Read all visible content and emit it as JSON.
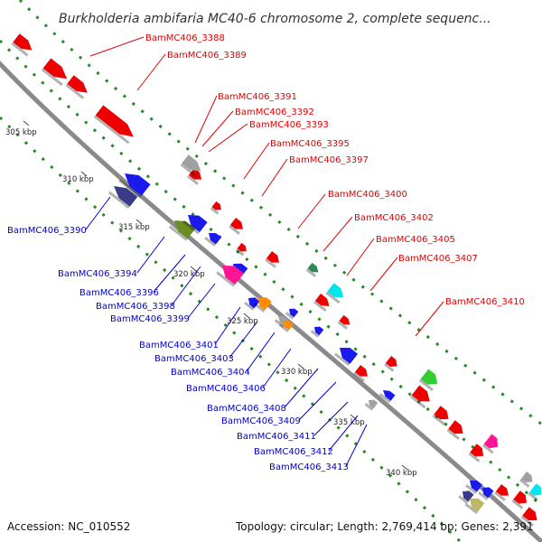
{
  "title": "Burkholderia ambifaria MC40-6 chromosome 2, complete sequenc...",
  "accession": "Accession: NC_010552",
  "topology": "Topology: circular; Length: 2,769,414 bp; Genes: 2,391",
  "colors": {
    "forward_label": "#e10000",
    "reverse_label": "#0000cc",
    "backbone": "#8a8a8a",
    "ruler": "#228b22"
  },
  "kbp_labels": [
    "305 kbp",
    "310 kbp",
    "315 kbp",
    "320 kbp",
    "325 kbp",
    "330 kbp",
    "335 kbp",
    "340 kbp"
  ],
  "forward_labels": [
    "BamMC406_3388",
    "BamMC406_3389",
    "BamMC406_3391",
    "BamMC406_3392",
    "BamMC406_3393",
    "BamMC406_3395",
    "BamMC406_3397",
    "BamMC406_3400",
    "BamMC406_3402",
    "BamMC406_3405",
    "BamMC406_3407",
    "BamMC406_3410"
  ],
  "reverse_labels": [
    "BamMC406_3390",
    "BamMC406_3394",
    "BamMC406_3396",
    "BamMC406_3398",
    "BamMC406_3399",
    "BamMC406_3401",
    "BamMC406_3403",
    "BamMC406_3404",
    "BamMC406_3406",
    "BamMC406_3408",
    "BamMC406_3409",
    "BamMC406_3411",
    "BamMC406_3412",
    "BamMC406_3413"
  ],
  "gene_colors": [
    "red",
    "red",
    "red",
    "red",
    "blue",
    "navy",
    "red",
    "grey",
    "red",
    "red",
    "red",
    "olive",
    "blue",
    "blue",
    "red",
    "blue",
    "magenta",
    "blue",
    "orange",
    "teal",
    "cyan",
    "red",
    "grey",
    "blue",
    "orange",
    "blue",
    "red",
    "blue",
    "red",
    "red",
    "blue",
    "green",
    "red",
    "grey",
    "blue",
    "red",
    "red",
    "magenta",
    "red",
    "navy",
    "khaki",
    "blue",
    "red",
    "red",
    "red",
    "cyan",
    "grey"
  ]
}
